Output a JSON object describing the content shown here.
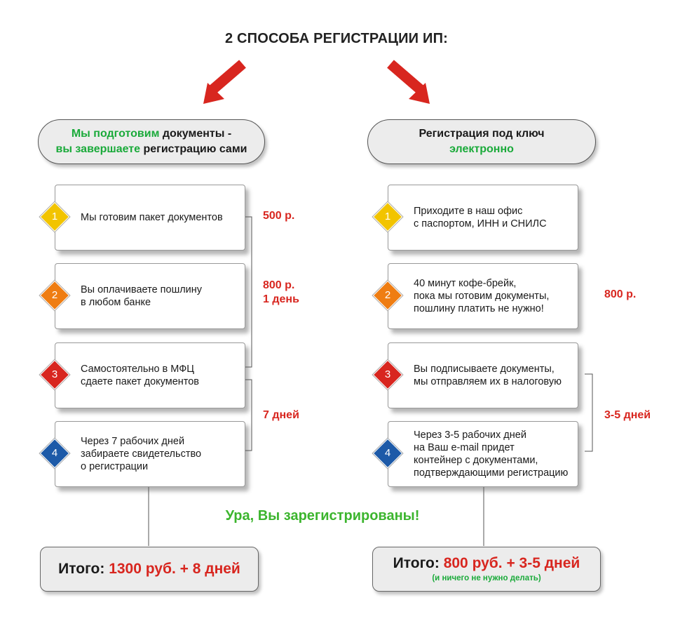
{
  "title": "2 СПОСОБА РЕГИСТРАЦИИ ИП:",
  "colors": {
    "red": "#d8261f",
    "green": "#1aaa3a",
    "yellow": "#f2c400",
    "orange": "#ef7d12",
    "darkred": "#d8261f",
    "blue": "#1d5aa8"
  },
  "left": {
    "header": {
      "l1_green": "Мы подготовим",
      "l1_rest": " документы -",
      "l2_green": "вы завершаете",
      "l2_rest": " регистрацию сами"
    },
    "steps": [
      {
        "num": "1",
        "color": "yellow",
        "text": "Мы готовим пакет документов"
      },
      {
        "num": "2",
        "color": "orange",
        "text": "Вы оплачиваете пошлину\nв любом банке"
      },
      {
        "num": "3",
        "color": "darkred",
        "text": "Самостоятельно в МФЦ\nсдаете пакет документов"
      },
      {
        "num": "4",
        "color": "blue",
        "text": "Через 7 рабочих дней\nзабираете свидетельство\nо регистрации"
      }
    ],
    "costs": [
      "500 р.",
      "800 р.\n1 день",
      "7 дней"
    ],
    "total": {
      "label": "Итого: ",
      "value": "1300 руб. + 8 дней"
    }
  },
  "right": {
    "header": {
      "l1": "Регистрация под ключ",
      "l2_green": "электронно"
    },
    "steps": [
      {
        "num": "1",
        "color": "yellow",
        "text": "Приходите в наш офис\nс паспортом, ИНН и СНИЛС"
      },
      {
        "num": "2",
        "color": "orange",
        "text": "40 минут кофе-брейк,\nпока мы готовим документы,\nпошлину платить не нужно!"
      },
      {
        "num": "3",
        "color": "darkred",
        "text": "Вы подписываете документы,\nмы отправляем их в налоговую"
      },
      {
        "num": "4",
        "color": "blue",
        "text": "Через 3-5 рабочих дней\nна Ваш e-mail придет\nконтейнер с документами,\nподтверждающими регистрацию"
      }
    ],
    "costs": [
      "800 р.",
      "3-5 дней"
    ],
    "total": {
      "label": "Итого: ",
      "value": "800 руб. + 3-5 дней",
      "note": "(и ничего не нужно делать)"
    }
  },
  "success": "Ура, Вы зарегистрированы!"
}
